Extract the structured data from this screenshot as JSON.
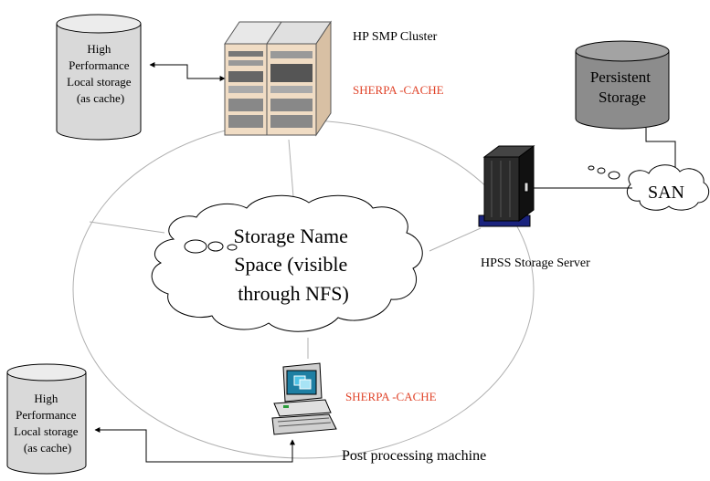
{
  "cluster": {
    "title": "HP SMP  Cluster",
    "cache_label": "SHERPA -CACHE"
  },
  "local_storage_top": {
    "lines": [
      "High",
      "Performance",
      "Local storage",
      "(as cache)"
    ]
  },
  "local_storage_bottom": {
    "lines": [
      "High",
      "Performance",
      "Local storage",
      "(as cache)"
    ]
  },
  "persistent_storage": {
    "lines": [
      "Persistent",
      "Storage"
    ]
  },
  "san": {
    "label": "SAN"
  },
  "hpss": {
    "label": "HPSS Storage Server"
  },
  "namespace": {
    "lines": [
      "Storage Name",
      "Space (visible",
      "through NFS)"
    ]
  },
  "post_machine": {
    "label": "Post processing machine",
    "cache_label": "SHERPA -CACHE"
  },
  "colors": {
    "cache_label": "#e0442a",
    "persistent_fill": "#8c8c8c",
    "disk_fill": "#d9d9d9",
    "server_dark": "#1f1f1f",
    "server_base": "#1a237e"
  }
}
